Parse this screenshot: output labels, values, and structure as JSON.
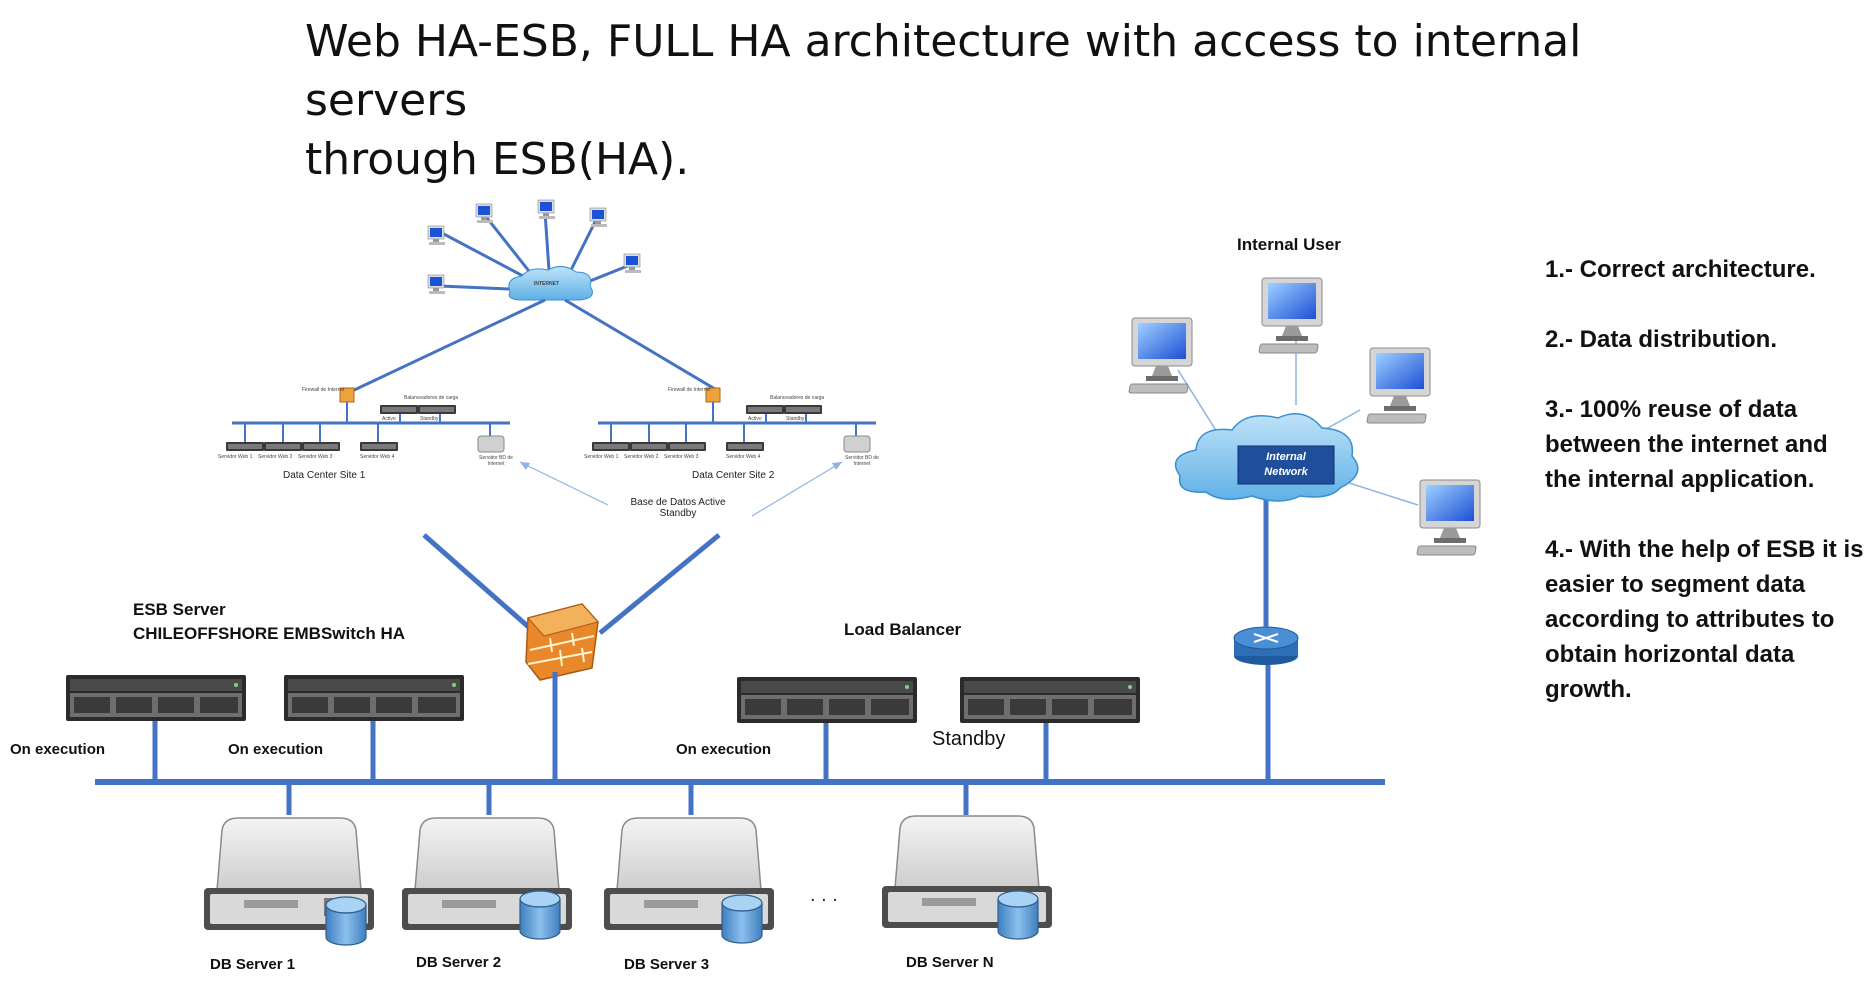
{
  "title": {
    "line1": "Web HA-ESB, FULL HA architecture with access to internal servers",
    "line2": "through ESB(HA)."
  },
  "internet_cloud": "INTERNET",
  "site1": {
    "label": "Data Center Site 1",
    "firewall": "Firewall de Internet",
    "balancer": "Balanceadores de carga",
    "balancer_states": [
      "Activo",
      "Standby"
    ],
    "servers": [
      "Servidor Web 1",
      "Servidor Web 2",
      "Servidor Web 3",
      "Servidor Web 4"
    ],
    "db": "Servidor BD de Internet"
  },
  "site2": {
    "label": "Data Center Site 2",
    "firewall": "Firewall de Internet",
    "balancer": "Balanceadores de carga",
    "balancer_states": [
      "Activo",
      "Standby"
    ],
    "servers": [
      "Servidor Web 1",
      "Servidor Web 2",
      "Servidor Web 3",
      "Servidor Web 4"
    ],
    "db": "Servidor BD de Internet"
  },
  "db_replication": {
    "line1": "Base de Datos Active",
    "line2": "Standby"
  },
  "esb": {
    "title_line1": "ESB Server",
    "title_line2": "CHILEOFFSHORE EMBSwitch HA",
    "server1_state": "On execution",
    "server2_state": "On execution"
  },
  "load_balancer": {
    "title": "Load Balancer",
    "server1_state": "On execution",
    "server2_state": "Standby"
  },
  "internal": {
    "user_label": "Internal User",
    "network_label_line1": "Internal",
    "network_label_line2": "Network"
  },
  "db_servers": [
    "DB Server 1",
    "DB Server 2",
    "DB Server 3",
    "DB Server N"
  ],
  "ellipsis": ". . .",
  "notes": [
    "1.- Correct architecture.",
    "2.- Data distribution.",
    "3.- 100% reuse of data between the internet and the internal application.",
    "4.- With the help of ESB it is easier to segment data according to attributes to obtain horizontal data growth."
  ],
  "colors": {
    "link": "#4472c4",
    "thin_link": "#8eb4e3",
    "rack_dark": "#2c2c2c",
    "rack_front": "#6e6e6e",
    "tower": "#cfcfcf",
    "db_cylinder": "#5b9bd5",
    "cloud": "#8ec9ef",
    "router": "#2f6fb5",
    "firewall": "#e8882a"
  }
}
